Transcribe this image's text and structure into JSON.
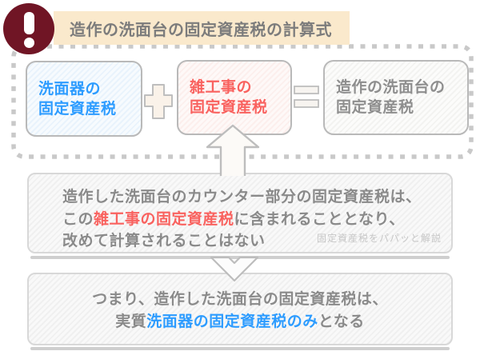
{
  "colors": {
    "accent_blue": "#2D9CFF",
    "accent_red": "#F9625F",
    "gray_text": "#8A8A8A",
    "alert_maroon": "#701525",
    "title_bg": "#FAE9CC",
    "box_border": "#B9B9B9",
    "dash_gray": "#C9C9C9"
  },
  "alert": {
    "icon": "exclamation-icon"
  },
  "title": {
    "text": "造作の洗面台の固定資産税の計算式"
  },
  "formula": {
    "term1": {
      "line1": "洗面器の",
      "line2": "固定資産税"
    },
    "plus_icon": "plus-icon",
    "term2": {
      "line1": "雑工事の",
      "line2": "固定資産税"
    },
    "equals_icon": "equals-icon",
    "result": {
      "line1": "造作の洗面台の",
      "line2": "固定資産税"
    }
  },
  "arrows": {
    "up": "arrow-up-icon",
    "down": "arrow-down-icon"
  },
  "explanation": {
    "line1": "造作した洗面台のカウンター部分の固定資産税は、",
    "line2_prefix": "この",
    "line2_highlight": "雑工事の固定資産税",
    "line2_suffix": "に含まれることとなり、",
    "line3": "改めて計算されることはない",
    "watermark": "固定資産税をパパッと解説"
  },
  "conclusion": {
    "line1": "つまり、造作した洗面台の固定資産税は、",
    "line2_prefix": "実質",
    "line2_highlight": "洗面器の固定資産税のみ",
    "line2_suffix": "となる"
  }
}
